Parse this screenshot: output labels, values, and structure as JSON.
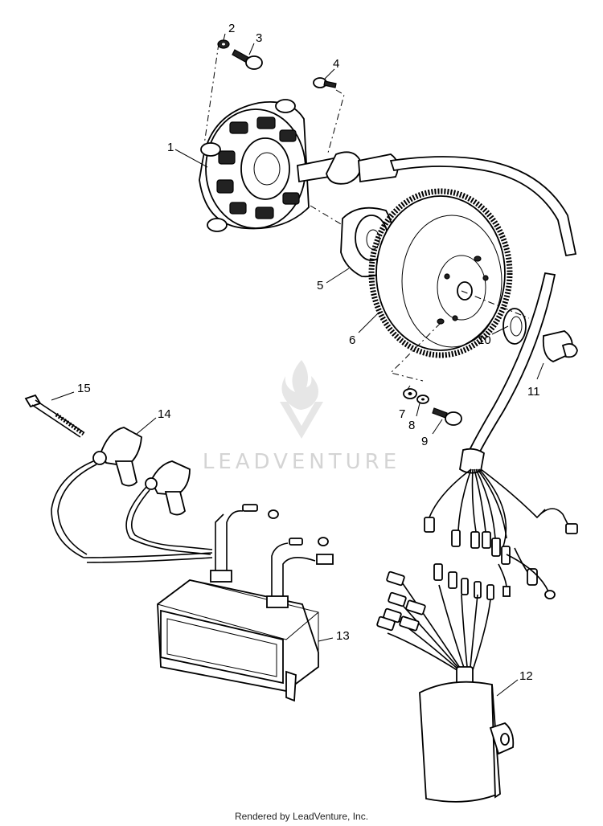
{
  "callouts": [
    "1",
    "2",
    "3",
    "4",
    "5",
    "6",
    "7",
    "8",
    "9",
    "10",
    "11",
    "12",
    "13",
    "14",
    "15"
  ],
  "watermark": "LEADVENTURE",
  "footer": "Rendered by LeadVenture, Inc."
}
